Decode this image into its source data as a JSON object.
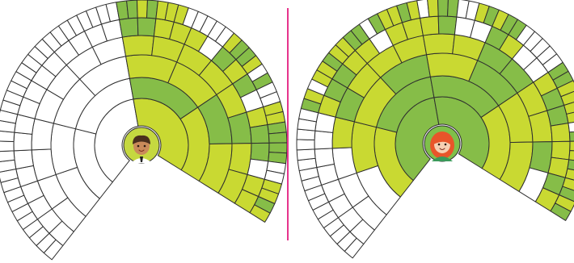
{
  "colors": {
    "blank": "#ffffff",
    "yellow": "#c9d932",
    "green": "#86bd48",
    "divider": "#e6348c",
    "outline": "#2f2f2f"
  },
  "divider": {
    "visible": true
  },
  "charts": [
    {
      "name": "boy-fan-chart",
      "avatar": "boy-avatar",
      "avatar_colors": {
        "bg": "#c5d840",
        "skin": "#c98a5a",
        "hair": "#4a2f1d",
        "shirt": "#ffffff",
        "tie": "#222222"
      },
      "generations": {
        "g1": [
          "B",
          "Y"
        ],
        "g2": [
          "B",
          "B",
          "G",
          "Y"
        ],
        "g3": [
          "B",
          "B",
          "B",
          "B",
          "Y",
          "Y",
          "G",
          "Y"
        ],
        "g4": [
          "B",
          "B",
          "B",
          "B",
          "B",
          "B",
          "B",
          "B",
          "Y",
          "Y",
          "Y",
          "Y",
          "Y",
          "G",
          "Y",
          "Y"
        ],
        "g5": [
          "B",
          "B",
          "B",
          "B",
          "B",
          "B",
          "B",
          "B",
          "B",
          "B",
          "B",
          "B",
          "B",
          "B",
          "B",
          "B",
          "G",
          "G",
          "Y",
          "Y",
          "Y",
          "B",
          "G",
          "Y",
          "G",
          "B",
          "Y",
          "G",
          "G",
          "B",
          "Y",
          "Y"
        ],
        "g6": [
          "B",
          "B",
          "B",
          "B",
          "B",
          "B",
          "B",
          "B",
          "B",
          "B",
          "B",
          "B",
          "B",
          "B",
          "B",
          "B",
          "B",
          "B",
          "B",
          "B",
          "B",
          "B",
          "B",
          "B",
          "B",
          "B",
          "B",
          "B",
          "B",
          "B",
          "B",
          "B",
          "G",
          "G",
          "Y",
          "G",
          "Y",
          "Y",
          "Y",
          "B",
          "B",
          "B",
          "B",
          "B",
          "Y",
          "G",
          "G",
          "Y",
          "B",
          "G",
          "B",
          "B",
          "Y",
          "Y",
          "G",
          "G",
          "G",
          "G",
          "B",
          "B",
          "Y",
          "Y",
          "G",
          "Y"
        ]
      }
    },
    {
      "name": "girl-fan-chart",
      "avatar": "girl-avatar",
      "avatar_colors": {
        "bg": "#7fc04a",
        "skin": "#f6cfb2",
        "hair": "#e8552a",
        "shirt": "#3a9a5a",
        "tie": "#3a9a5a"
      },
      "generations": {
        "g1": [
          "G",
          "G"
        ],
        "g2": [
          "Y",
          "G",
          "G",
          "Y"
        ],
        "g3": [
          "B",
          "Y",
          "Y",
          "G",
          "Y",
          "G",
          "Y",
          "Y"
        ],
        "g4": [
          "B",
          "B",
          "B",
          "Y",
          "G",
          "Y",
          "Y",
          "Y",
          "Y",
          "Y",
          "G",
          "G",
          "Y",
          "Y",
          "G",
          "B"
        ],
        "g5": [
          "B",
          "B",
          "B",
          "B",
          "B",
          "B",
          "B",
          "B",
          "Y",
          "G",
          "G",
          "Y",
          "Y",
          "B",
          "Y",
          "Y",
          "Y",
          "G",
          "B",
          "B",
          "G",
          "Y",
          "B",
          "B",
          "Y",
          "G",
          "G",
          "Y",
          "Y",
          "Y",
          "G",
          "Y"
        ],
        "g6": [
          "B",
          "B",
          "B",
          "B",
          "B",
          "B",
          "B",
          "B",
          "B",
          "B",
          "B",
          "B",
          "B",
          "B",
          "B",
          "B",
          "G",
          "Y",
          "B",
          "Y",
          "Y",
          "G",
          "Y",
          "Y",
          "G",
          "G",
          "B",
          "G",
          "Y",
          "Y",
          "G",
          "Y",
          "B",
          "Y",
          "G",
          "G",
          "B",
          "B",
          "Y",
          "G",
          "Y",
          "G",
          "G",
          "B",
          "B",
          "B",
          "B",
          "B",
          "G",
          "G",
          "Y",
          "Y",
          "Y",
          "Y",
          "B",
          "G",
          "Y",
          "Y",
          "G",
          "Y",
          "Y",
          "G",
          "Y",
          "G"
        ]
      }
    }
  ]
}
